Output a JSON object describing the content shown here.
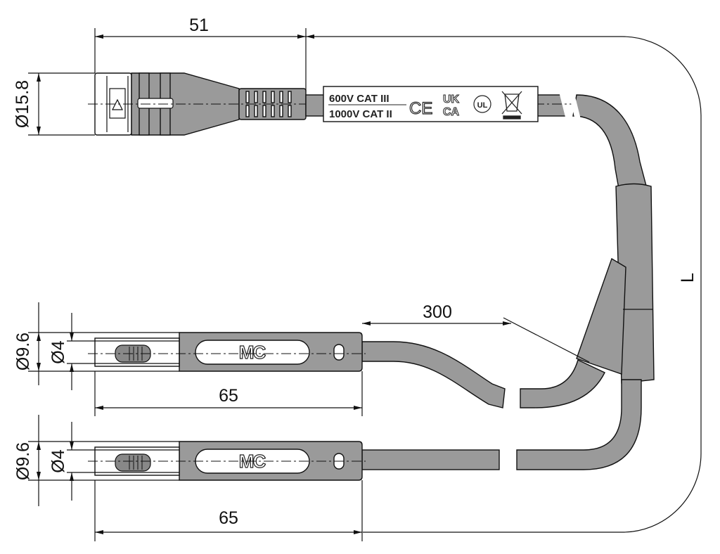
{
  "dimensions": {
    "connector_length": "51",
    "connector_diameter": "Ø15.8",
    "total_length": "L",
    "branch_length": "300",
    "plug1_length": "65",
    "plug1_outer_diameter": "Ø9.6",
    "plug1_pin_diameter": "Ø4",
    "plug2_length": "65",
    "plug2_outer_diameter": "Ø9.6",
    "plug2_pin_diameter": "Ø4"
  },
  "label": {
    "rating_line1": "600V CAT III",
    "rating_line2": "1000V CAT II",
    "ce_mark": "CE",
    "ukca_line1": "UK",
    "ukca_line2": "CA",
    "ul_mark": "UL"
  },
  "plugs": {
    "plug1_logo": "MC",
    "plug2_logo": "MC"
  }
}
